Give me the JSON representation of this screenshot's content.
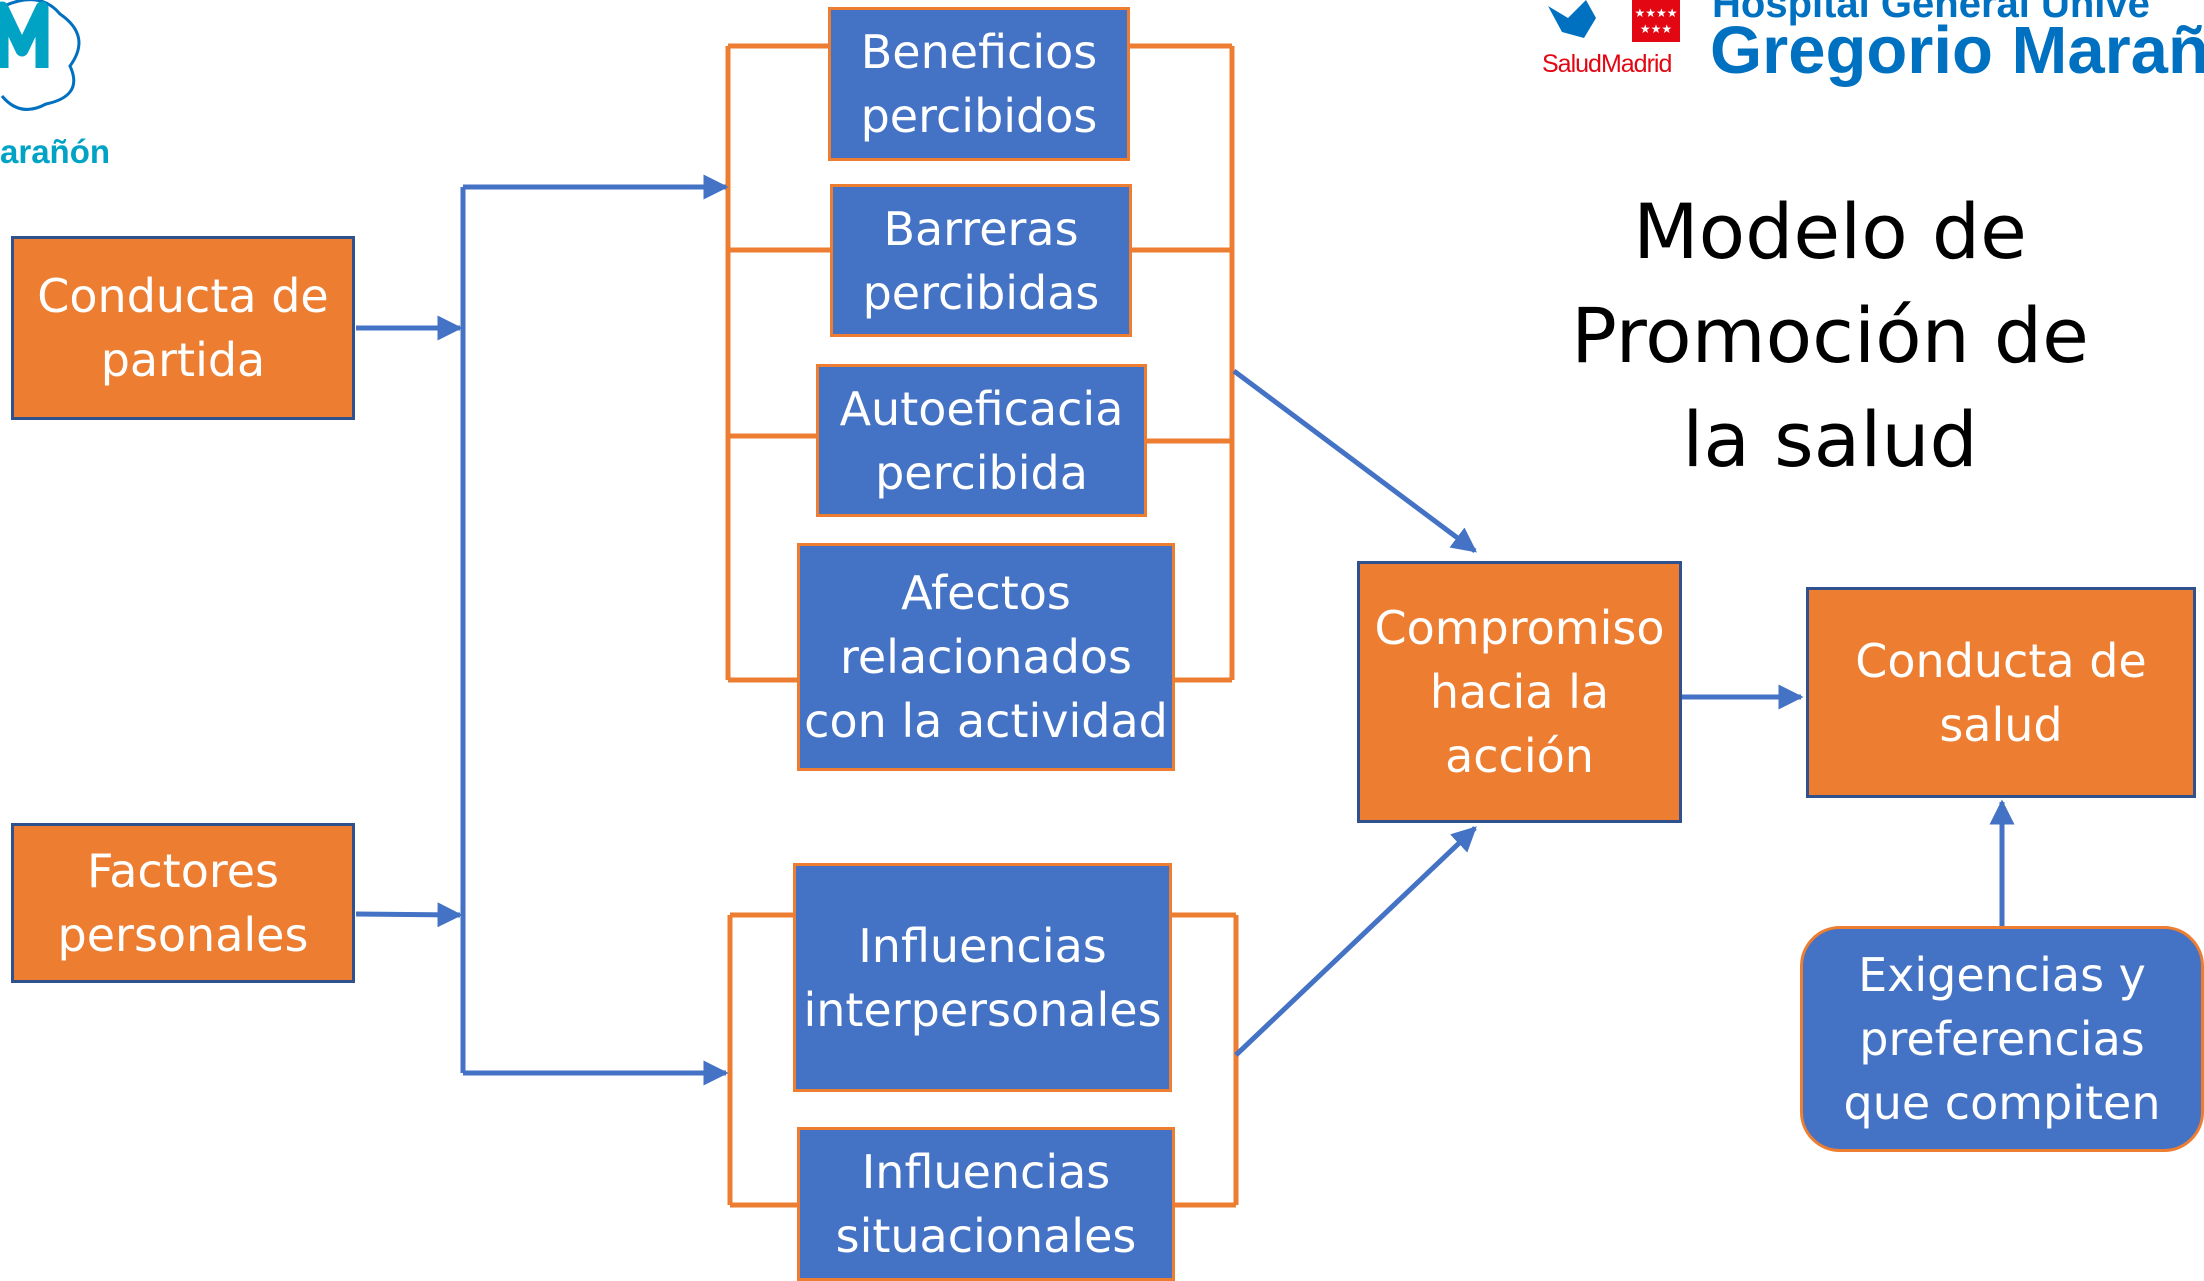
{
  "title": "Modelo de\nPromoción de\nla salud",
  "logos": {
    "left_text": "arañón",
    "right_top": "Hospital General Unive",
    "right_main": "Gregorio Marañ",
    "salud_madrid": "SaludMadrid"
  },
  "nodes": {
    "conducta_partida": "Conducta de\npartida",
    "factores_personales": "Factores\npersonales",
    "beneficios": "Beneficios\npercibidos",
    "barreras": "Barreras\npercibidas",
    "autoeficacia": "Autoeficacia\npercibida",
    "afectos": "Afectos\nrelacionados\ncon la actividad",
    "influencias_interpersonales": "Influencias\ninterpersonales",
    "influencias_situacionales": "Influencias\nsituacionales",
    "compromiso": "Compromiso\nhacia la\nacción",
    "conducta_salud": "Conducta de\nsalud",
    "exigencias": "Exigencias y\npreferencias\nque compiten"
  },
  "colors": {
    "orange": "#ED7D31",
    "blue": "#4472C4",
    "dark_blue_border": "#2F528F",
    "salud_madrid_red": "#E30613",
    "logo_blue": "#0070C0",
    "logo_cyan": "#00A3C4"
  }
}
